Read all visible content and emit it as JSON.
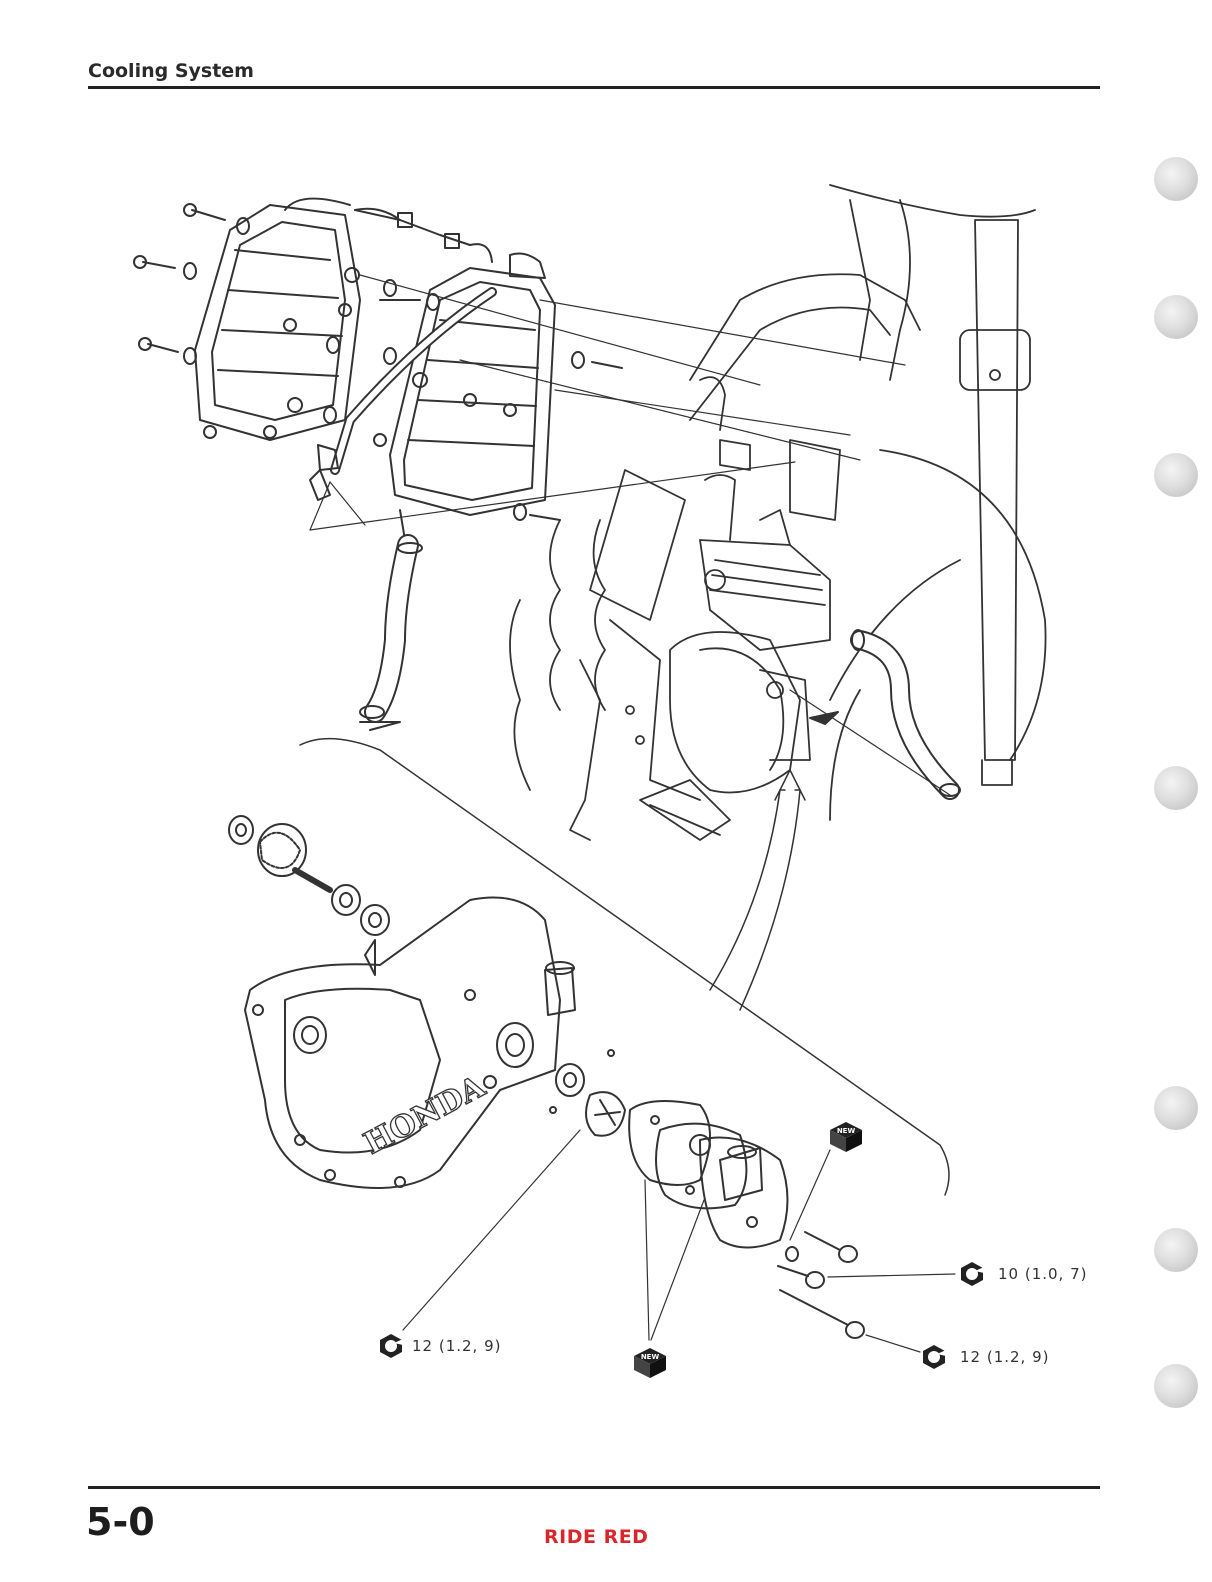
{
  "header": {
    "title": "Cooling System"
  },
  "footer": {
    "page_number": "5-0",
    "brand": "RIDE RED"
  },
  "diagram": {
    "cover_logo": "HONDA",
    "callouts": [
      {
        "id": "impeller",
        "text": "12 (1.2, 9)"
      },
      {
        "id": "pump-bolt-short",
        "text": "10 (1.0, 7)"
      },
      {
        "id": "pump-bolt-long",
        "text": "12 (1.2, 9)"
      }
    ],
    "badges": [
      {
        "id": "new-washer",
        "text": "NEW"
      },
      {
        "id": "new-gaskets",
        "text": "NEW"
      }
    ]
  },
  "icons": [
    "torque-wrench-icon",
    "new-part-icon"
  ]
}
